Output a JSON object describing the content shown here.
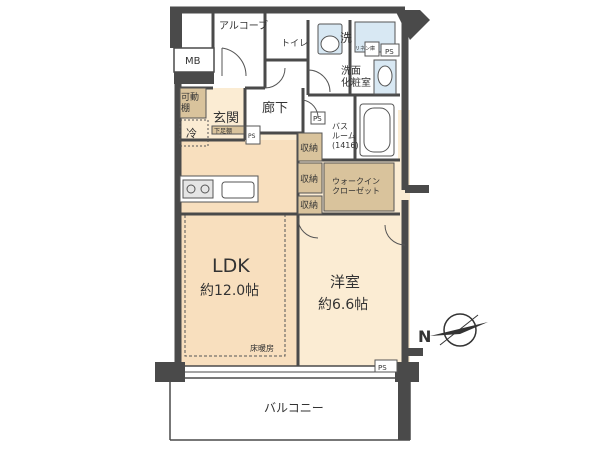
{
  "floorplan": {
    "rooms": {
      "alcove": "アルコーブ",
      "mb": "MB",
      "toilet": "トイレ",
      "wash": "洗",
      "powder_room": "洗面\n化粧室",
      "movable_shelf": "可動\n棚",
      "entrance": "玄関",
      "hallway": "廊下",
      "fridge": "冷",
      "shoe_cabinet": "下足棚",
      "ps_entry": "PS",
      "ps_bath": "PS",
      "ps_top": "PS",
      "ps_bottom": "PS",
      "linen": "リネン庫",
      "bathroom": "バス\nルーム\n(1416)",
      "storage_1": "収納",
      "storage_2": "収納",
      "storage_3": "収納",
      "walkin": "ウォークイン\nクローゼット",
      "ldk_name": "LDK",
      "ldk_size": "約12.0帖",
      "floor_heating": "床暖房",
      "western_name": "洋室",
      "western_size": "約6.6帖",
      "balcony": "バルコニー",
      "compass": "N"
    },
    "colors": {
      "wall": "#4a4a4a",
      "floor_wood": "#f8dfbe",
      "floor_wood_light": "#fbecd3",
      "floor_tile": "#ffffff",
      "storage_fill": "#d9c39c",
      "line": "#555555"
    }
  }
}
